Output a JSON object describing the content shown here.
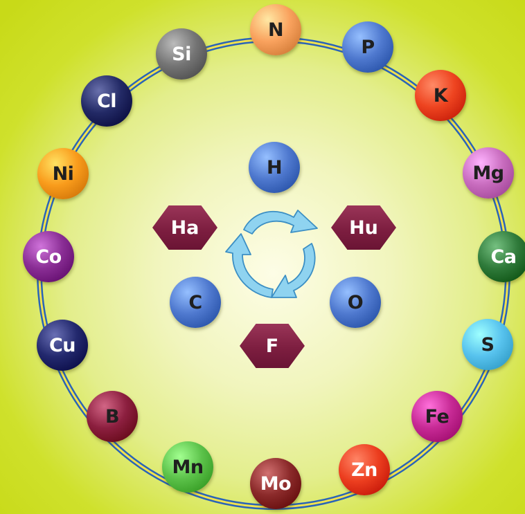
{
  "ring_elements": [
    {
      "id": "n",
      "label": "N",
      "color": "#f9a25e",
      "text": "#1f1f1f"
    },
    {
      "id": "p",
      "label": "P",
      "color": "#4f79cf",
      "text": "#1f1f1f"
    },
    {
      "id": "k",
      "label": "K",
      "color": "#ee4420",
      "text": "#1f1f1f"
    },
    {
      "id": "mg",
      "label": "Mg",
      "color": "#c96dbf",
      "text": "#1f1f1f"
    },
    {
      "id": "ca",
      "label": "Ca",
      "color": "#2f7a3a",
      "text": "#ffffff"
    },
    {
      "id": "s",
      "label": "S",
      "color": "#58c3ee",
      "text": "#1f1f1f"
    },
    {
      "id": "fe",
      "label": "Fe",
      "color": "#c72a95",
      "text": "#1f1f1f"
    },
    {
      "id": "zn",
      "label": "Zn",
      "color": "#ec3e1f",
      "text": "#ffffff"
    },
    {
      "id": "mo",
      "label": "Mo",
      "color": "#8b2a2a",
      "text": "#ffffff"
    },
    {
      "id": "mn",
      "label": "Mn",
      "color": "#5cc24a",
      "text": "#1f1f1f"
    },
    {
      "id": "b",
      "label": "B",
      "color": "#8c1f3f",
      "text": "#1f1f1f"
    },
    {
      "id": "cu",
      "label": "Cu",
      "color": "#23296e",
      "text": "#ffffff"
    },
    {
      "id": "co",
      "label": "Co",
      "color": "#8a2e95",
      "text": "#ffffff"
    },
    {
      "id": "ni",
      "label": "Ni",
      "color": "#f99c1c",
      "text": "#1f1f1f"
    },
    {
      "id": "cl",
      "label": "Cl",
      "color": "#232a66",
      "text": "#ffffff"
    },
    {
      "id": "si",
      "label": "Si",
      "color": "#757575",
      "text": "#ffffff"
    }
  ],
  "center_balls": [
    {
      "id": "h",
      "label": "H",
      "color": "#4f79cf",
      "text": "#1f1f1f"
    },
    {
      "id": "c",
      "label": "C",
      "color": "#4f79cf",
      "text": "#1f1f1f"
    },
    {
      "id": "o",
      "label": "O",
      "color": "#4f79cf",
      "text": "#1f1f1f"
    }
  ],
  "center_hexes": [
    {
      "id": "ha",
      "label": "Ha"
    },
    {
      "id": "hu",
      "label": "Hu"
    },
    {
      "id": "f",
      "label": "F"
    }
  ],
  "colors": {
    "ring_outer": "#2a64b8",
    "ring_inner": "#f2e24c",
    "cycle_arrow_fill": "#8fd3f0",
    "cycle_arrow_stroke": "#3c8fc4"
  }
}
